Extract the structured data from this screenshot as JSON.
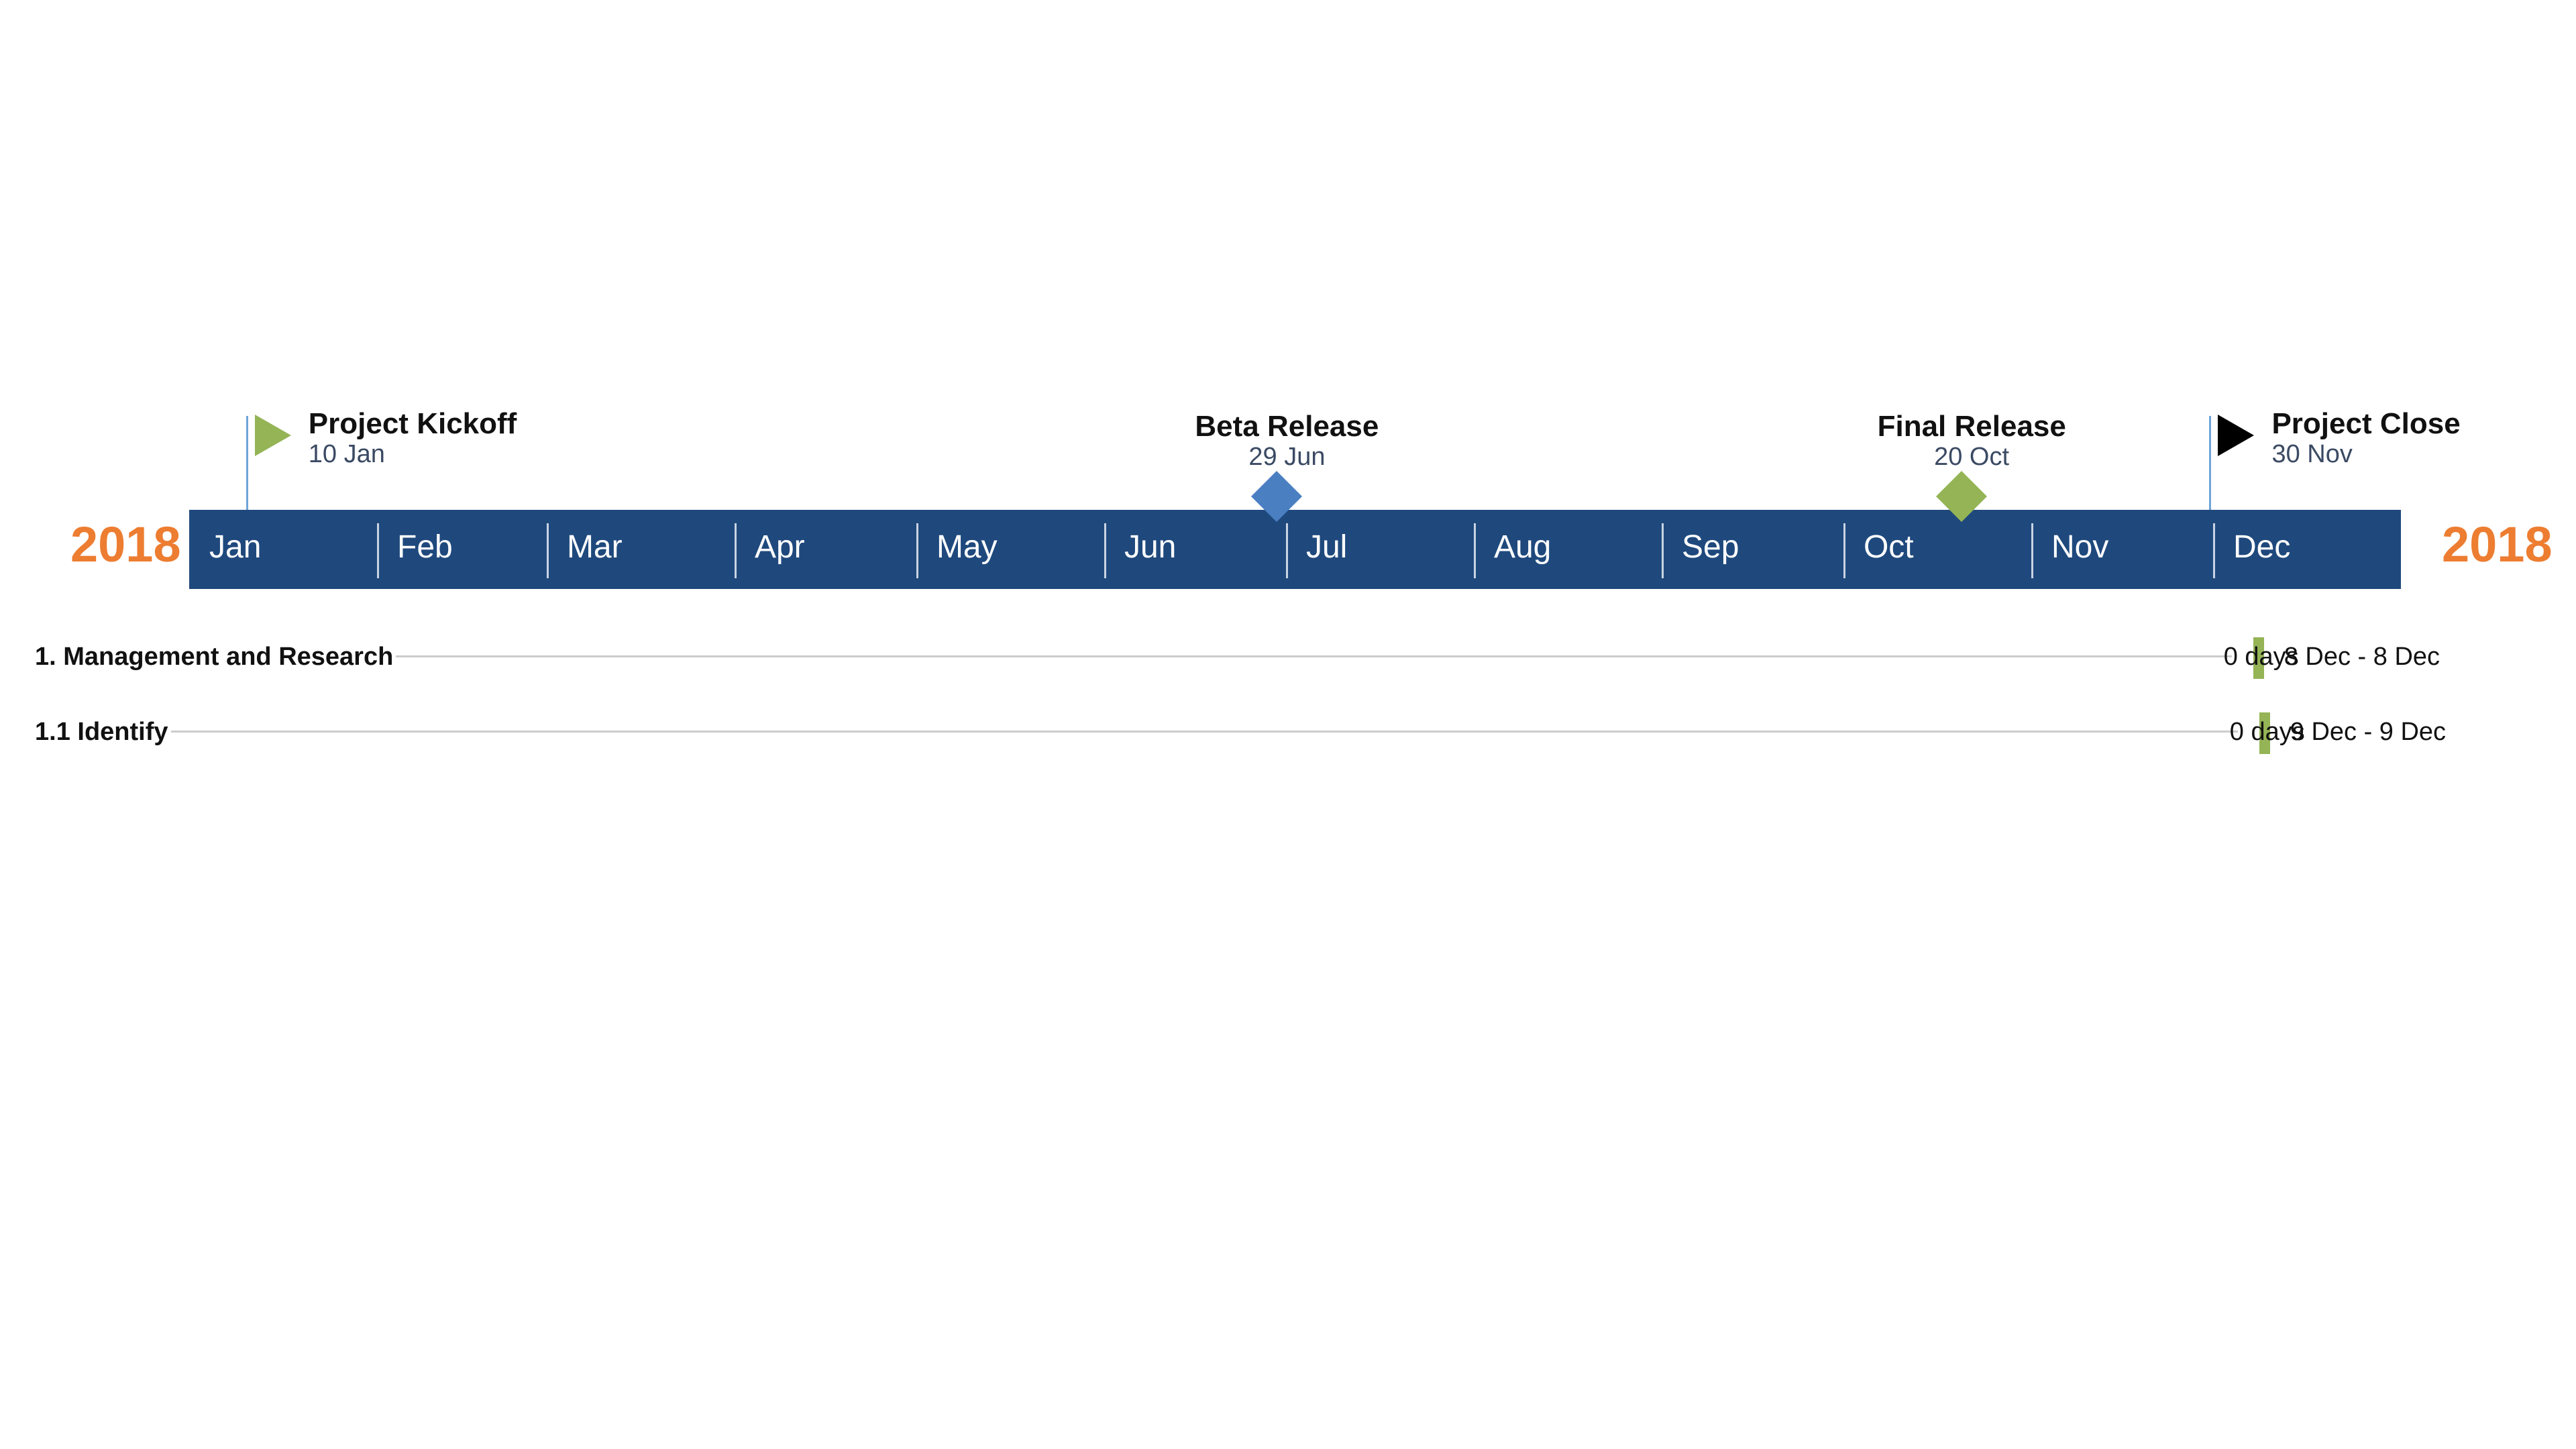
{
  "chart_data": {
    "type": "timeline",
    "year": "2018",
    "months": [
      "Jan",
      "Feb",
      "Mar",
      "Apr",
      "May",
      "Jun",
      "Jul",
      "Aug",
      "Sep",
      "Oct",
      "Nov",
      "Dec"
    ],
    "milestones": [
      {
        "title": "Project Kickoff",
        "date_label": "10 Jan",
        "date": "2018-01-10",
        "shape": "flag",
        "color": "#94b455"
      },
      {
        "title": "Beta Release",
        "date_label": "29 Jun",
        "date": "2018-06-29",
        "shape": "diamond",
        "color": "#4a7fc1"
      },
      {
        "title": "Final Release",
        "date_label": "20 Oct",
        "date": "2018-10-20",
        "shape": "diamond",
        "color": "#94b455"
      },
      {
        "title": "Project Close",
        "date_label": "30 Nov",
        "date": "2018-11-30",
        "shape": "flag",
        "color": "#000000"
      }
    ],
    "tasks": [
      {
        "name": "1. Management and Research",
        "start": "2018-12-08",
        "end": "2018-12-08",
        "duration": "0 days",
        "range": "8 Dec - 8 Dec",
        "color": "#94b455"
      },
      {
        "name": "1.1 Identify",
        "start": "2018-12-09",
        "end": "2018-12-09",
        "duration": "0 days",
        "range": "9 Dec - 9 Dec",
        "color": "#94b455"
      }
    ]
  },
  "colors": {
    "band": "#1f497d",
    "year": "#ed7d31"
  }
}
